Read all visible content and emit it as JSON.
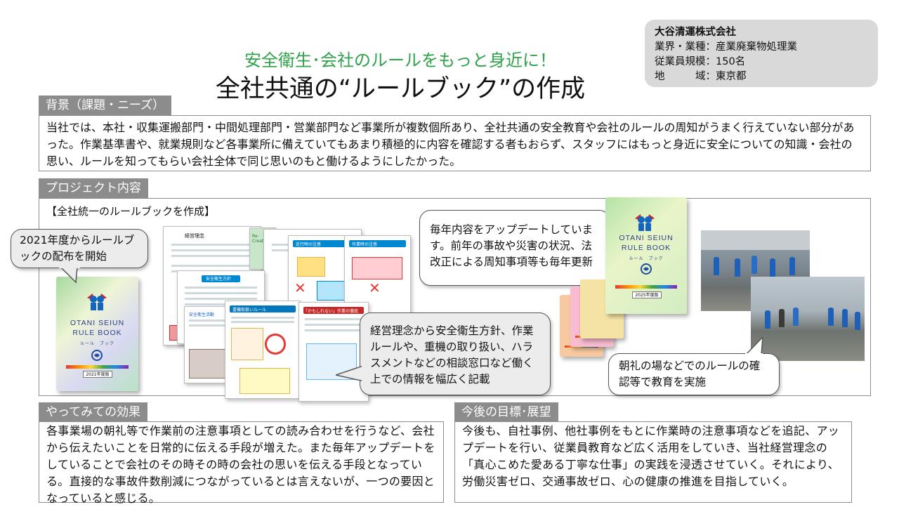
{
  "header": {
    "subtitle": "安全衛生･会社のルールをもっと身近に！",
    "title": "全社共通の“ルールブック”の作成"
  },
  "company": {
    "name": "大谷清運株式会社",
    "industry": "業界・業種：産業廃棄物処理業",
    "employees": "従業員規模：150名",
    "region": "地　　　域：東京都"
  },
  "background": {
    "label": "背景（課題・ニーズ）",
    "text": "当社では、本社・収集運搬部門・中間処理部門・営業部門など事業所が複数個所あり、全社共通の安全教育や会社のルールの周知がうまく行えていない部分があった。作業基準書や、就業規則など各事業所に備えていてもあまり積極的に内容を確認する者もおらず、スタッフにはもっと身近に安全についての知識・会社の思い、ルールを知ってもらい会社全体で同じ思いのもと働けるようにしたかった。"
  },
  "project": {
    "label": "プロジェクト内容",
    "heading": "【全社統一のルールブックを作成】",
    "callout_start": "2021年度からルールブックの配布を開始",
    "callout_update": "毎年内容をアップデートしています。前年の事故や災害の状況、法改正による周知事項等も毎年更新",
    "callout_content": "経営理念から安全衛生方針、作業ルールや、重機の取り扱い、ハラスメントなどの相談窓口など働く上での情報を幅広く記載",
    "callout_training": "朝礼の場などでのルールの確認等で教育を実施",
    "book": {
      "title_line1": "OTANI SEIUN",
      "title_line2": "RULE BOOK",
      "subtitle": "ルール　ブック",
      "year_small": "2021年度版",
      "year_large": "2025年度版"
    },
    "pages": {
      "p1_title": "経営理念",
      "p2_title": "安全衛生方針",
      "p3_title": "走行時の注意",
      "p4_title": "作業時の注意",
      "p5_title": "重機取扱いルール",
      "p6_title": "「かもしれない」作業の徹底",
      "p7_title": "安全衛生活動",
      "p8_title": "Re-Creation"
    }
  },
  "effect": {
    "label": "やってみての効果",
    "text": "各事業場の朝礼等で作業前の注意事項としての読み合わせを行うなど、会社から伝えたいことを日常的に伝える手段が増えた。また毎年アップデートをしていることで会社のその時その時の会社の思いを伝える手段となっている。直接的な事故件数削減につながっているとは言えないが、一つの要因となっていると感じる。"
  },
  "future": {
    "label": "今後の目標･展望",
    "text": "今後も、自社事例、他社事例をもとに作業時の注意事項などを追記、アップデートを行い、従業員教育など広く活用をしていき、当社経営理念の「真心こめた愛ある丁寧な仕事」の実践を浸透させていく。それにより、労働災害ゼロ、交通事故ゼロ、心の健康の推進を目指していく。"
  }
}
